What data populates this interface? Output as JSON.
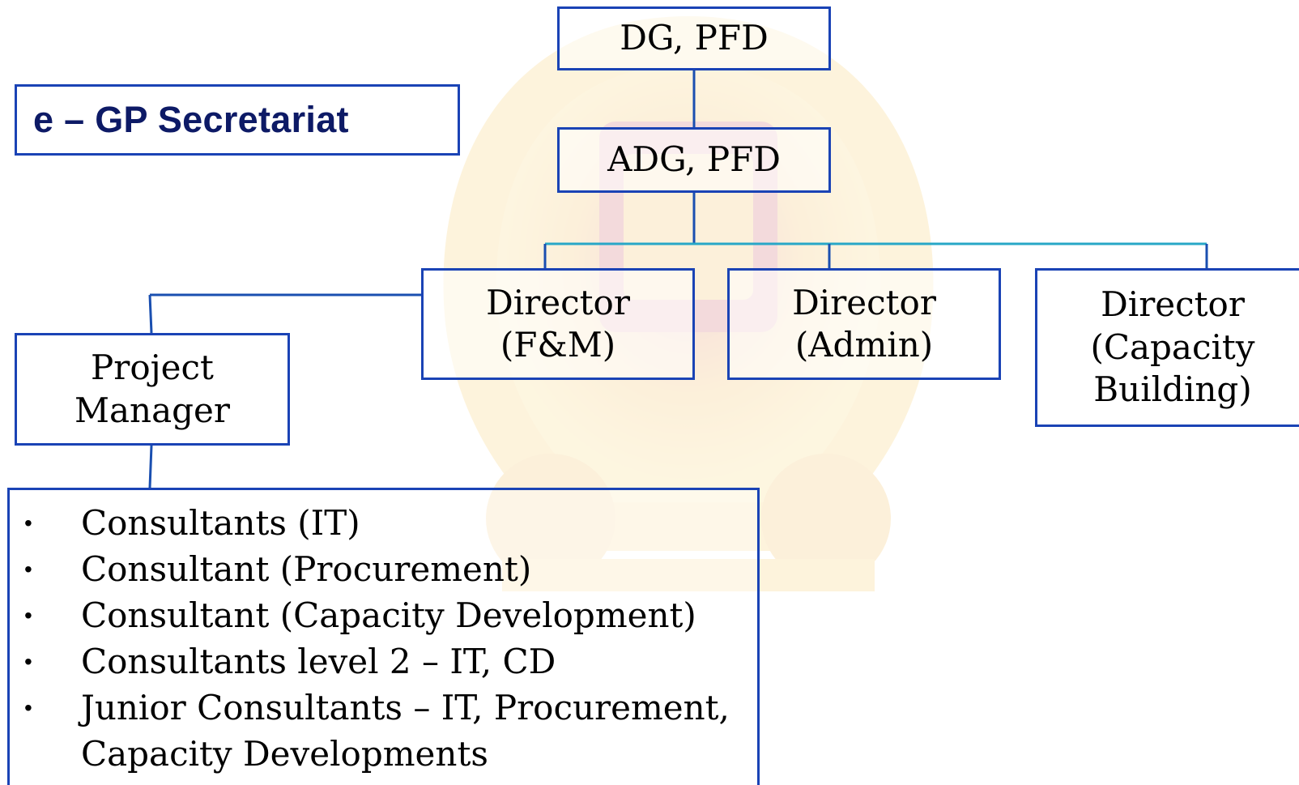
{
  "title": "e – GP Secretariat",
  "nodes": {
    "dg": "DG, PFD",
    "adg": "ADG, PFD",
    "director_fm": "Director\n(F&M)",
    "director_admin": "Director\n(Admin)",
    "director_cb": "Director\n(Capacity\nBuilding)",
    "project_manager": "Project\nManager"
  },
  "staff": [
    "Consultants (IT)",
    "Consultant (Procurement)",
    "Consultant (Capacity Development)",
    "Consultants level 2 – IT, CD",
    "Junior Consultants – IT, Procurement,\nCapacity Developments"
  ],
  "colors": {
    "border": "#1a43b5",
    "title_text": "#0d1a66",
    "connector": "#1a4fb0",
    "connector_accent": "#28a7c7"
  }
}
